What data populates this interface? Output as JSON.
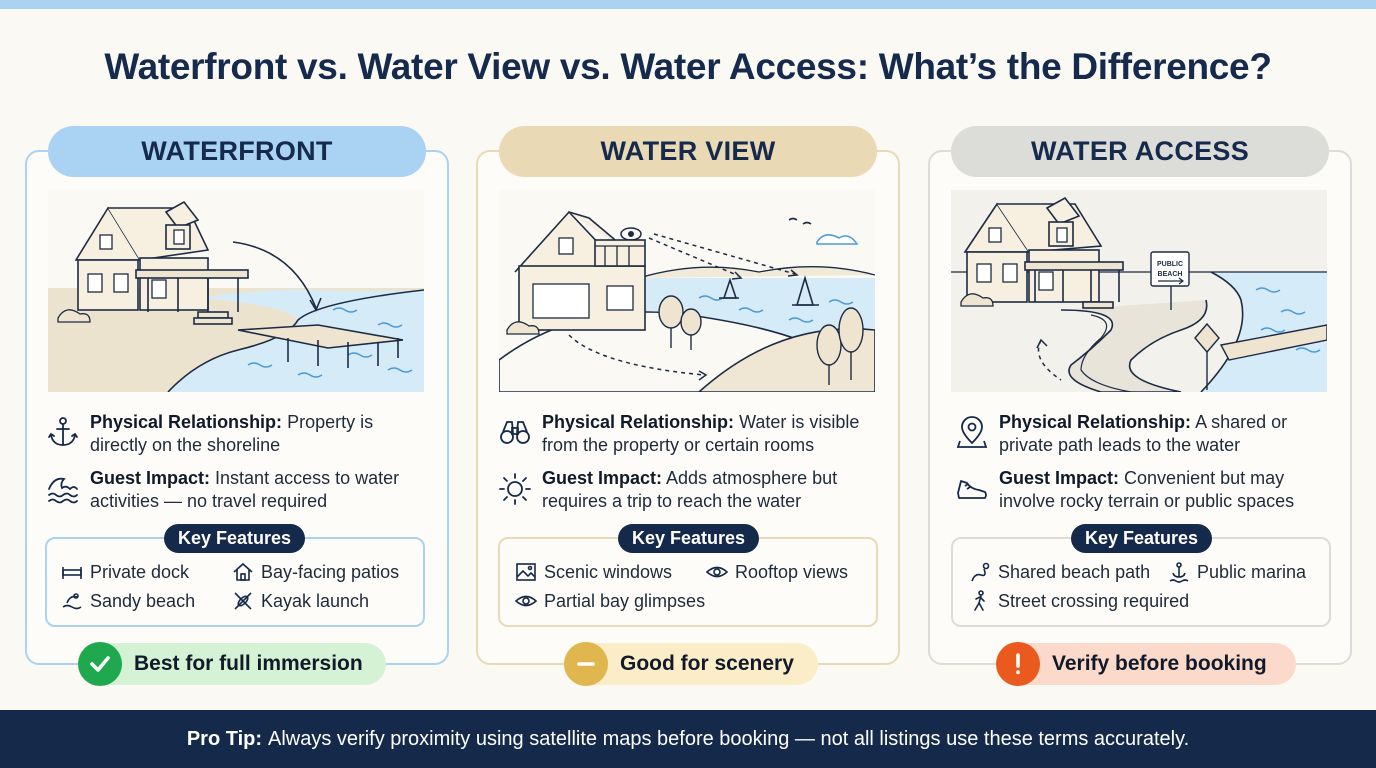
{
  "title": "Waterfront vs. Water View vs. Water Access: What’s the Difference?",
  "colors": {
    "waterfront_accent": "#a9d2f3",
    "water_view_accent": "#ead9b5",
    "water_access_accent": "#dcdcd8",
    "navy": "#15294a",
    "best_green": "#1fa84e",
    "good_yellow": "#e0b74e",
    "verify_orange": "#ea5a1f"
  },
  "cards": {
    "waterfront": {
      "header": "WATERFRONT",
      "physical_label": "Physical Relationship:",
      "physical_text": " Property is directly on the shoreline",
      "impact_label": "Guest Impact:",
      "impact_text": " Instant access to water activities — no travel required",
      "features_label": "Key Features",
      "features": [
        "Private dock",
        "Bay-facing patios",
        "Sandy beach",
        "Kayak launch"
      ],
      "verdict": "Best for full immersion",
      "icons": [
        "anchor-icon",
        "wave-icon",
        "dock-icon",
        "home-icon",
        "beach-icon",
        "kayak-icon",
        "check-icon"
      ]
    },
    "water_view": {
      "header": "WATER VIEW",
      "physical_label": "Physical Relationship:",
      "physical_text": " Water is visible from the property or certain rooms",
      "impact_label": "Guest Impact:",
      "impact_text": " Adds atmosphere but requires a trip to reach the water",
      "features_label": "Key Features",
      "features": [
        "Scenic windows",
        "Rooftop views",
        "Partial bay glimpses"
      ],
      "verdict": "Good for scenery",
      "icons": [
        "binoculars-icon",
        "sun-icon",
        "picture-icon",
        "eye-icon",
        "minus-icon"
      ]
    },
    "water_access": {
      "header": "WATER ACCESS",
      "physical_label": "Physical Relationship:",
      "physical_text": " A shared or private path leads to the water",
      "impact_label": "Guest Impact:",
      "impact_text": " Convenient but may involve rocky terrain or public spaces",
      "features_label": "Key Features",
      "features": [
        "Shared beach path",
        "Public marina",
        "Street crossing required"
      ],
      "verdict": "Verify before booking",
      "sign_text_1": "PUBLIC",
      "sign_text_2": "BEACH",
      "icons": [
        "location-pin-icon",
        "shoe-icon",
        "path-icon",
        "marina-icon",
        "walker-icon",
        "exclamation-icon"
      ]
    }
  },
  "footer": {
    "label": "Pro Tip:",
    "text": "Always verify proximity using satellite maps before booking — not all listings use these terms accurately."
  }
}
